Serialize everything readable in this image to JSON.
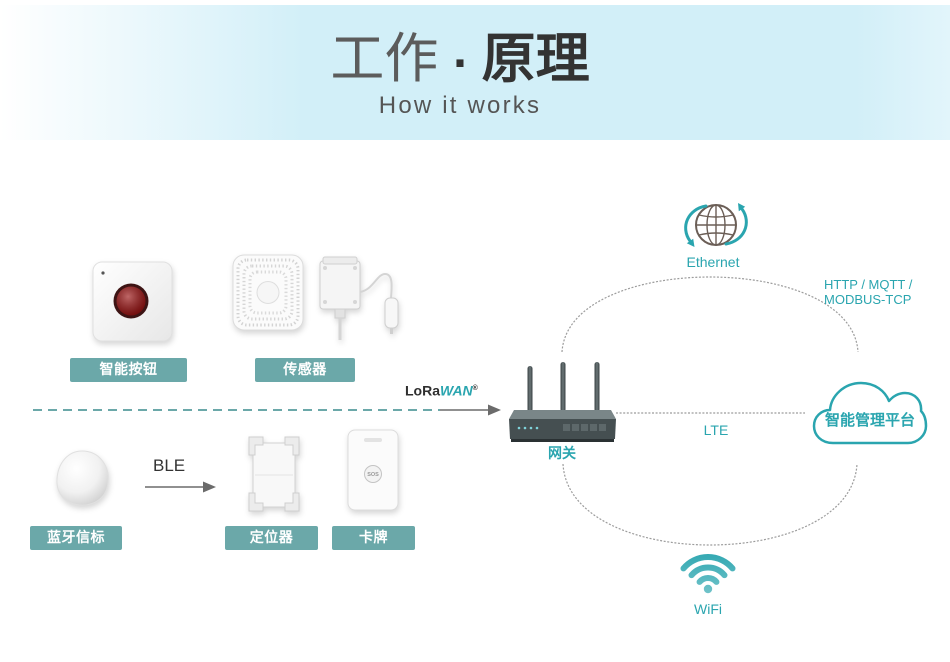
{
  "header": {
    "title_light": "工作",
    "title_separator": "·",
    "title_bold": "原理",
    "subtitle": "How it works"
  },
  "devices": {
    "smart_button": {
      "label": "智能按钮",
      "icon": "panic-button-icon"
    },
    "sensor": {
      "label": "传感器",
      "icons": [
        "speaker-sensor-icon",
        "probe-sensor-icon"
      ]
    },
    "beacon": {
      "label": "蓝牙信标",
      "icon": "bluetooth-beacon-icon"
    },
    "locator": {
      "label": "定位器",
      "icon": "locator-icon"
    },
    "card": {
      "label": "卡牌",
      "icon": "badge-card-icon",
      "button_text": "SOS"
    }
  },
  "gateway": {
    "label": "网关",
    "icon": "router-icon"
  },
  "platform": {
    "label": "智能管理平台",
    "icon": "cloud-icon"
  },
  "connections": {
    "lorawan_logo": {
      "lora": "LoRa",
      "wan": "WAN",
      "mark": "®"
    },
    "ble": "BLE",
    "lte": "LTE",
    "ethernet": {
      "label": "Ethernet",
      "icon": "globe-icon"
    },
    "wifi": {
      "label": "WiFi",
      "icon": "wifi-icon"
    },
    "protocols": [
      "HTTP / MQTT /",
      "MODBUS-TCP"
    ]
  },
  "colors": {
    "banner": "#d2eff8",
    "label_bg": "#6ba8a9",
    "accent": "#2aa5af",
    "title": "#333333",
    "button_red": "#9b1414",
    "gateway": "#454f51"
  }
}
